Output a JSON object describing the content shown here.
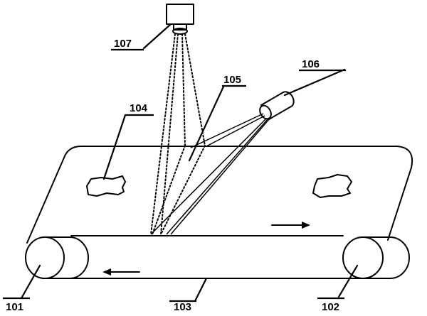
{
  "labels": {
    "roller_left": "101",
    "roller_right": "102",
    "belt": "103",
    "object": "104",
    "light_plane": "105",
    "laser": "106",
    "camera": "107"
  }
}
